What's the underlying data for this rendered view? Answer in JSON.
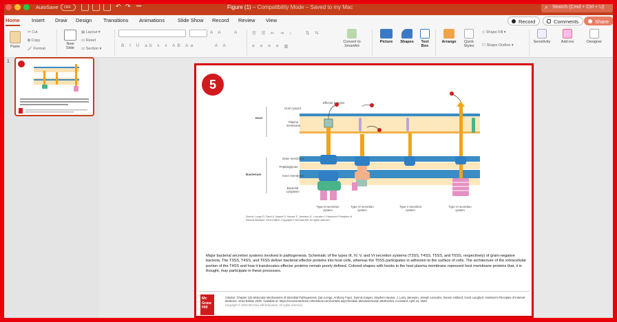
{
  "titlebar": {
    "autosave_label": "AutoSave",
    "toggle_state": "OFF",
    "doc_title": "Figure (1)",
    "mode_suffix": "– Compatibility Mode – Saved to my Mac",
    "search_placeholder": "Search (Cmd + Ctrl + U)"
  },
  "tabs": [
    "Home",
    "Insert",
    "Draw",
    "Design",
    "Transitions",
    "Animations",
    "Slide Show",
    "Record",
    "Review",
    "View"
  ],
  "right_buttons": {
    "record": "Record",
    "comments": "Comments",
    "share": "Share"
  },
  "ribbon": {
    "paste": "Paste",
    "cut": "Cut",
    "copy": "Copy",
    "format": "Format",
    "new_slide": "New Slide",
    "layout": "Layout",
    "reset": "Reset",
    "section": "Section",
    "convert": "Convert to SmartArt",
    "picture": "Picture",
    "shapes": "Shapes",
    "textbox": "Text Box",
    "arrange": "Arrange",
    "quick_styles": "Quick Styles",
    "shape_fill": "Shape Fill",
    "shape_outline": "Shape Outline",
    "sensitivity": "Sensitivity",
    "addins": "Add-ins",
    "designer": "Designer"
  },
  "thumbnail": {
    "number": "1"
  },
  "slide": {
    "badge": "5",
    "diagram_labels": {
      "effector": "Effector proteins",
      "host": "Host",
      "host_cytosol": "Host cytosol",
      "plasma_membrane": "Plasma membrane",
      "bacterium": "Bacterium",
      "outer_membrane": "Outer membrane",
      "peptidoglycan": "Peptidoglycan",
      "inner_membrane": "Inner membrane",
      "bacterial_cytoplasm": "Bacterial cytoplasm",
      "type3": "Type III secretion system",
      "type4": "Type IV secretion system",
      "type5": "Type V secretion system",
      "type6": "Type VI secretion system"
    },
    "source_note": "Source: Longo D, Fauci A, Kasper D, Hauser S, Jameson JL, Loscalzo J: Harrison's Principles of Internal Medicine, 22nd Edition. Copyright © McGraw-Hill. All rights reserved.",
    "caption": "Major bacterial secretion systems involved in pathogenesis. Schematic of the types III, IV, V, and VI secretion systems (T3SS, T4SS, T5SS, and T6SS, respectively) of gram-negative bacteria. The T3SS, T4SS, and T6SS deliver bacterial effector proteins into host cells, whereas the T5SS participates in adhesion to the surface of cells. The architecture of the extracellular portion of the T4SS and how it translocates effector proteins remain poorly defined. Colored shapes with hooks in the host plasma membrane represent host membrane proteins that, it is thought, may participate in these processes.",
    "logo_text": "Mc Graw Hill",
    "citation": "Citation: Chapter 125 Molecular Mechanisms of Microbial Pathogenesis, Dan Longo, Anthony Fauci, Dennis Kasper, Stephen Hauser, J. Larry Jameson, Joseph Loscalzo, Steven Holland, Carol Langford. Harrison's Principles of Internal Medicine, 22nd Edition 2026. Available at: https://accessmedicine.mhmedical.com/content.aspx?bookid=3541&sectionid=284013321 Accessed: April 24, 2025",
    "copyright": "Copyright © 2025 McGraw Hill Education. All rights reserved."
  }
}
